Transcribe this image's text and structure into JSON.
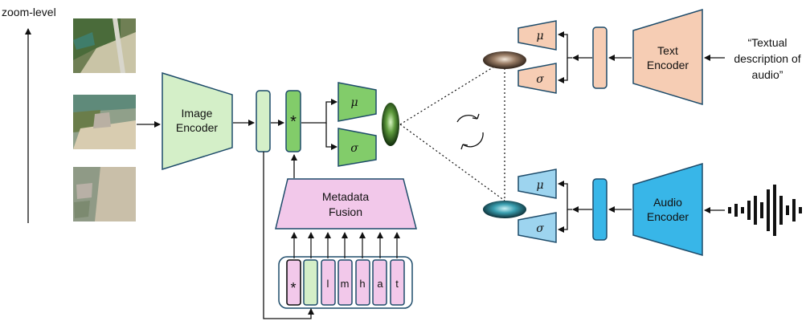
{
  "zoom_label": "zoom-level",
  "image_encoder": {
    "line1": "Image",
    "line2": "Encoder"
  },
  "star": "*",
  "mu": "μ",
  "sigma": "σ",
  "metadata_fusion": {
    "line1": "Metadata",
    "line2": "Fusion"
  },
  "meta_tokens": [
    "l",
    "m",
    "h",
    "a",
    "t"
  ],
  "text_encoder": {
    "line1": "Text",
    "line2": "Encoder"
  },
  "text_input": {
    "line1": "“Textual",
    "line2": "description of",
    "line3": "audio”"
  },
  "audio_encoder": {
    "line1": "Audio",
    "line2": "Encoder"
  },
  "colors": {
    "image_green": "#d4efc8",
    "image_green_dark": "#82cc6a",
    "pink": "#f2c8ea",
    "peach": "#f6cdb4",
    "audio_blue": "#38b6e8",
    "audio_blue_light": "#9dd4ef",
    "border": "#1d4b6a"
  }
}
